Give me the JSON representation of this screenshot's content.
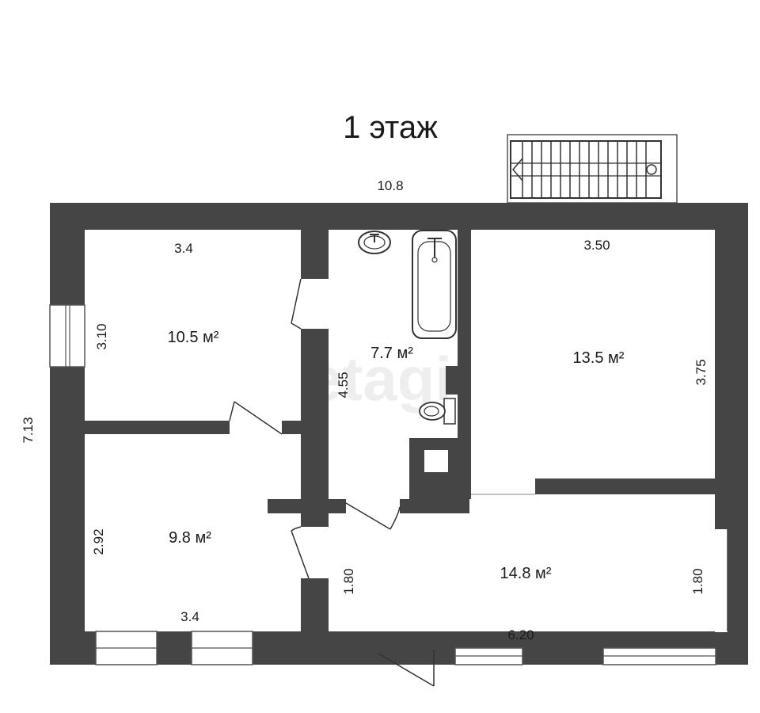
{
  "plan": {
    "title": "1 этаж",
    "watermark": "etagi",
    "dimensions": {
      "overall_width": "10.8",
      "overall_height": "7.13",
      "room1_width": "3.4",
      "room1_height": "3.10",
      "bath_height": "4.55",
      "room3_width": "3.50",
      "room3_height": "3.75",
      "room2_height": "2.92",
      "room2_width": "3.4",
      "hall_left_height": "1.80",
      "hall_right_height": "1.80",
      "hall_width": "6.20"
    },
    "rooms": [
      {
        "id": "room-1",
        "area": "10.5 м²"
      },
      {
        "id": "bathroom",
        "area": "7.7 м²"
      },
      {
        "id": "room-3",
        "area": "13.5 м²"
      },
      {
        "id": "room-2",
        "area": "9.8 м²"
      },
      {
        "id": "hall",
        "area": "14.8 м²"
      }
    ],
    "colors": {
      "wall": "#454545",
      "background": "#ffffff"
    },
    "icons": [
      "stairs-icon",
      "sink-icon",
      "bathtub-icon",
      "toilet-icon",
      "door-icon",
      "window-icon"
    ]
  }
}
